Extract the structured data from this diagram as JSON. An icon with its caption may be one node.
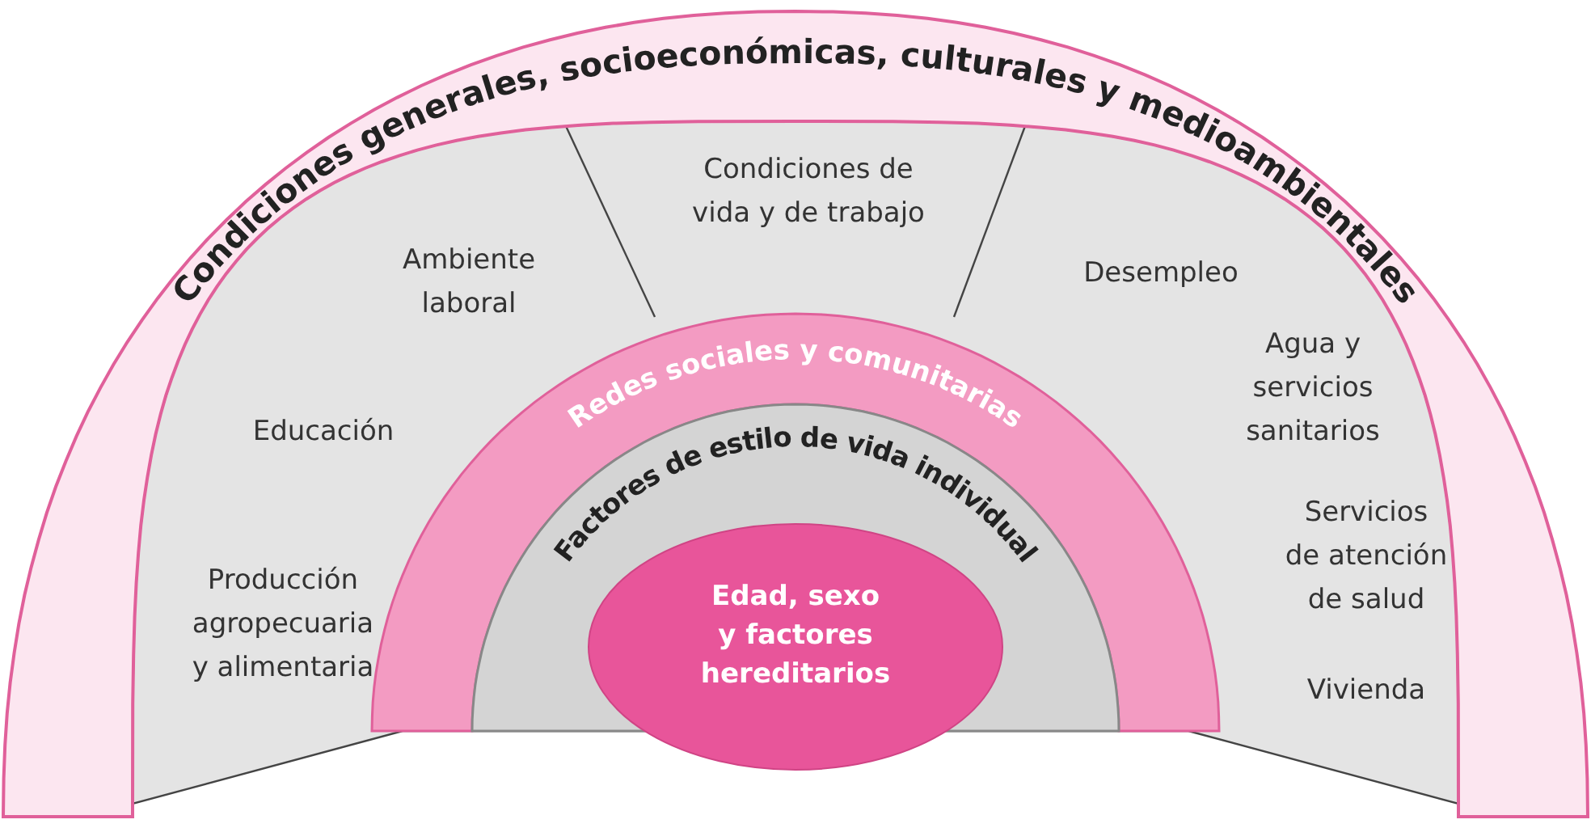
{
  "diagram": {
    "nodes": [
      {
        "text": [
          "Condiciones generales, socioeconómicas, culturales y medioambientales"
        ]
      },
      {
        "text": [
          "Redes sociales y comunitarias"
        ],
        "in": 0
      },
      {
        "text": [
          "Factores de estilo de vida individual"
        ],
        "in": 1
      },
      {
        "text": [
          "Edad, sexo y factores hereditarios"
        ],
        "in": 2
      }
    ],
    "edges": [],
    "labels": [
      "Condiciones de vida y de trabajo",
      "Ambiente laboral",
      "Desempleo",
      "Agua y servicios sanitarios",
      "Educación",
      "Servicios de atención de salud",
      "Producción agropecuaria y alimentaria",
      "Vivienda"
    ]
  }
}
